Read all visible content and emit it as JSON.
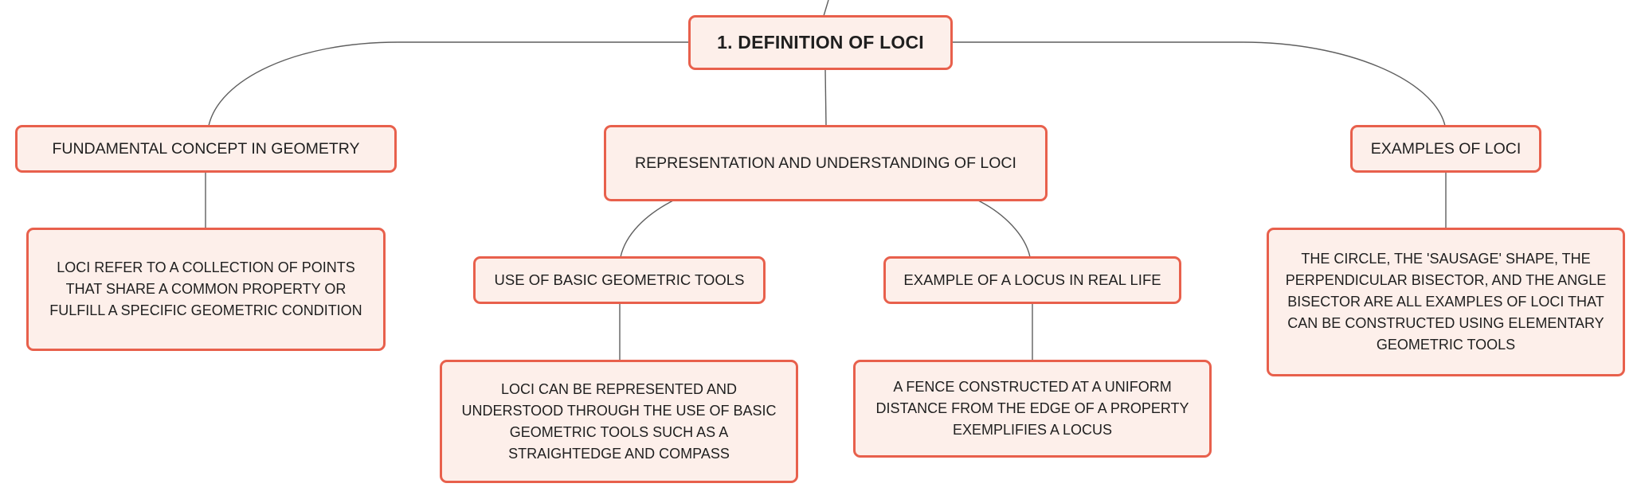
{
  "colors": {
    "node_fill": "#fdefea",
    "node_border": "#e8604c",
    "connector": "#5f5f5f",
    "text": "#1f1f1f"
  },
  "root": {
    "label": "1. DEFINITION OF LOCI"
  },
  "branches": {
    "fundamental": {
      "label": "FUNDAMENTAL CONCEPT IN GEOMETRY",
      "detail": "LOCI REFER TO A COLLECTION OF POINTS THAT SHARE A COMMON PROPERTY OR FULFILL A SPECIFIC GEOMETRIC CONDITION"
    },
    "representation": {
      "label": "REPRESENTATION AND UNDERSTANDING OF LOCI",
      "children": {
        "tools": {
          "label": "USE OF BASIC GEOMETRIC TOOLS",
          "detail": "LOCI CAN BE REPRESENTED AND UNDERSTOOD THROUGH THE USE OF BASIC GEOMETRIC TOOLS SUCH AS A STRAIGHTEDGE AND COMPASS"
        },
        "real_life": {
          "label": "EXAMPLE OF A LOCUS IN REAL LIFE",
          "detail": "A FENCE CONSTRUCTED AT A UNIFORM DISTANCE FROM THE EDGE OF A PROPERTY EXEMPLIFIES A LOCUS"
        }
      }
    },
    "examples": {
      "label": "EXAMPLES OF LOCI",
      "detail": "THE CIRCLE, THE 'SAUSAGE' SHAPE, THE PERPENDICULAR BISECTOR, AND THE ANGLE BISECTOR ARE ALL EXAMPLES OF LOCI THAT CAN BE CONSTRUCTED USING ELEMENTARY GEOMETRIC TOOLS"
    }
  }
}
